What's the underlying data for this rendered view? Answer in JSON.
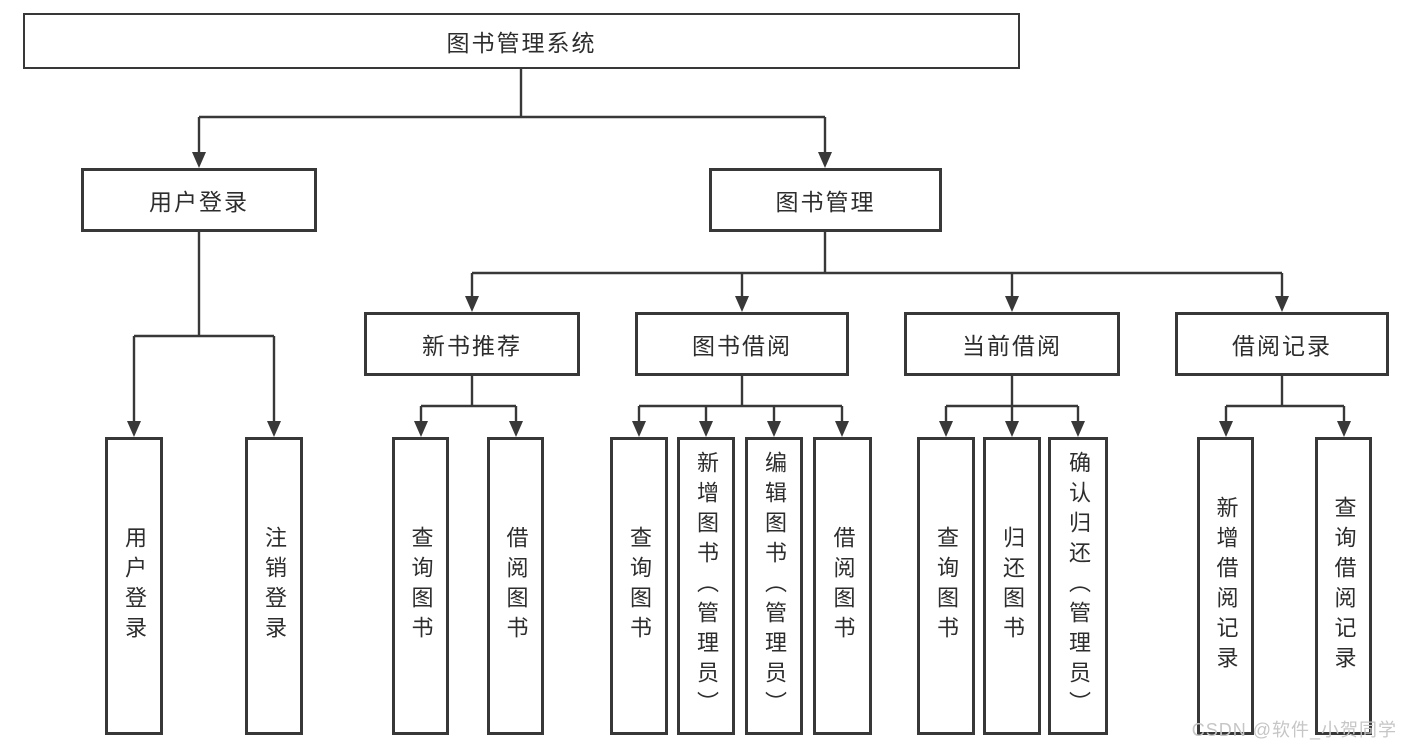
{
  "diagram": {
    "root": {
      "label": "图书管理系统"
    },
    "level2": [
      {
        "label": "用户登录"
      },
      {
        "label": "图书管理"
      }
    ],
    "level3": [
      {
        "label": "新书推荐"
      },
      {
        "label": "图书借阅"
      },
      {
        "label": "当前借阅"
      },
      {
        "label": "借阅记录"
      }
    ],
    "leaves": [
      {
        "label": "用户登录",
        "parent": "用户登录"
      },
      {
        "label": "注销登录",
        "parent": "用户登录"
      },
      {
        "label": "查询图书",
        "parent": "新书推荐"
      },
      {
        "label": "借阅图书",
        "parent": "新书推荐"
      },
      {
        "label": "查询图书",
        "parent": "图书借阅"
      },
      {
        "label": "新增图书（管理员）",
        "parent": "图书借阅"
      },
      {
        "label": "编辑图书（管理员）",
        "parent": "图书借阅"
      },
      {
        "label": "借阅图书",
        "parent": "图书借阅"
      },
      {
        "label": "查询图书",
        "parent": "当前借阅"
      },
      {
        "label": "归还图书",
        "parent": "当前借阅"
      },
      {
        "label": "确认归还（管理员）",
        "parent": "当前借阅"
      },
      {
        "label": "新增借阅记录",
        "parent": "借阅记录"
      },
      {
        "label": "查询借阅记录",
        "parent": "借阅记录"
      }
    ],
    "colors": {
      "line": "#383838",
      "box_bg": "#ffffff",
      "text": "#2d2d2d",
      "watermark": "#c6c6c6"
    }
  },
  "watermark": {
    "text": "CSDN @软件_小贺同学"
  }
}
